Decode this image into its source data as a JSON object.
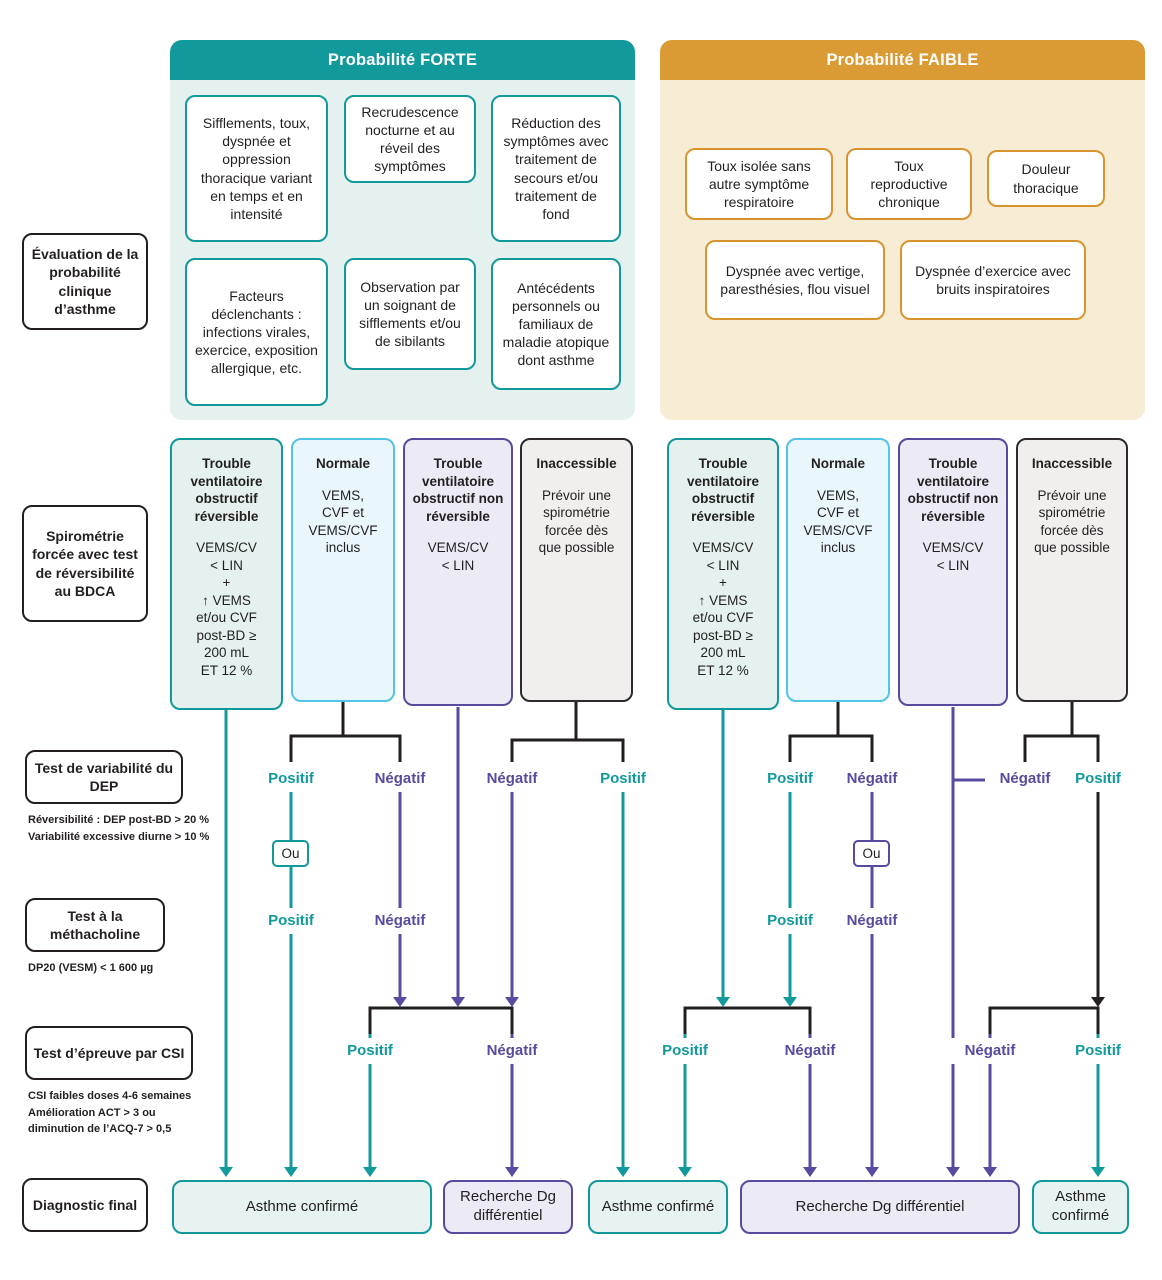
{
  "headers": {
    "forte": "Probabilité FORTE",
    "faible": "Probabilité FAIBLE"
  },
  "labels": {
    "positif": "Positif",
    "negatif": "Négatif",
    "ou": "Ou"
  },
  "left_panel": [
    {
      "label": "Évaluation de la probabilité clinique d’asthme",
      "note": ""
    },
    {
      "label": "Spirométrie forcée avec test de réversibilité au BDCA",
      "note": ""
    },
    {
      "label": "Test de variabilité du DEP",
      "note": "Réversibilité : DEP post-BD > 20 %\nVariabilité excessive diurne > 10 %"
    },
    {
      "label": "Test à la méthacholine",
      "note": "DP20 (VESM) < 1 600 µg"
    },
    {
      "label": "Test d’épreuve par CSI",
      "note": "CSI faibles doses 4-6 semaines\nAmélioration ACT > 3 ou\ndiminution de l’ACQ-7 > 0,5"
    },
    {
      "label": "Diagnostic final",
      "note": ""
    }
  ],
  "forte_symptoms": [
    "Sifflements, toux, dyspnée et oppression thoracique variant en temps et en intensité",
    "Recrudescence nocturne et au réveil des symptômes",
    "Réduction des symptômes avec traitement de secours et/ou traitement de fond",
    "Facteurs déclenchants : infections virales, exercice, exposition allergique, etc.",
    "Observation par un soignant de sifflements et/ou de sibilants",
    "Antécédents personnels ou familiaux de maladie atopique dont asthme"
  ],
  "faible_symptoms": [
    "Toux isolée sans autre symptôme respiratoire",
    "Toux reproductive chronique",
    "Douleur thoracique",
    "Dyspnée avec vertige, paresthésies, flou visuel",
    "Dyspnée d’exercice avec bruits inspiratoires"
  ],
  "spirometry_results": [
    {
      "title": "Trouble ventilatoire obstructif réversible",
      "body": "VEMS/CV\n< LIN\n+\n↑ VEMS\net/ou CVF\npost-BD ≥\n200 mL\nET 12 %"
    },
    {
      "title": "Normale",
      "body": "VEMS,\nCVF et\nVEMS/CVF\ninclus"
    },
    {
      "title": "Trouble ventilatoire obstructif non réversible",
      "body": "VEMS/CV\n< LIN"
    },
    {
      "title": "Inaccessible",
      "body": "Prévoir une\nspirométrie\nforcée dès\nque possible"
    }
  ],
  "final_boxes": [
    {
      "label": "Asthme confirmé"
    },
    {
      "label": "Recherche Dg\ndifférentiel"
    },
    {
      "label": "Asthme confirmé"
    },
    {
      "label": "Recherche Dg différentiel"
    },
    {
      "label": "Asthme\nconfirmé"
    }
  ],
  "colors": {
    "teal": "#12999b",
    "orange": "#da9b35",
    "purple": "#584a9e",
    "blue_border": "#54c3e8",
    "forte_bg": "#e4f1ee",
    "faible_bg": "#f7ecd4",
    "black": "#231f20"
  }
}
